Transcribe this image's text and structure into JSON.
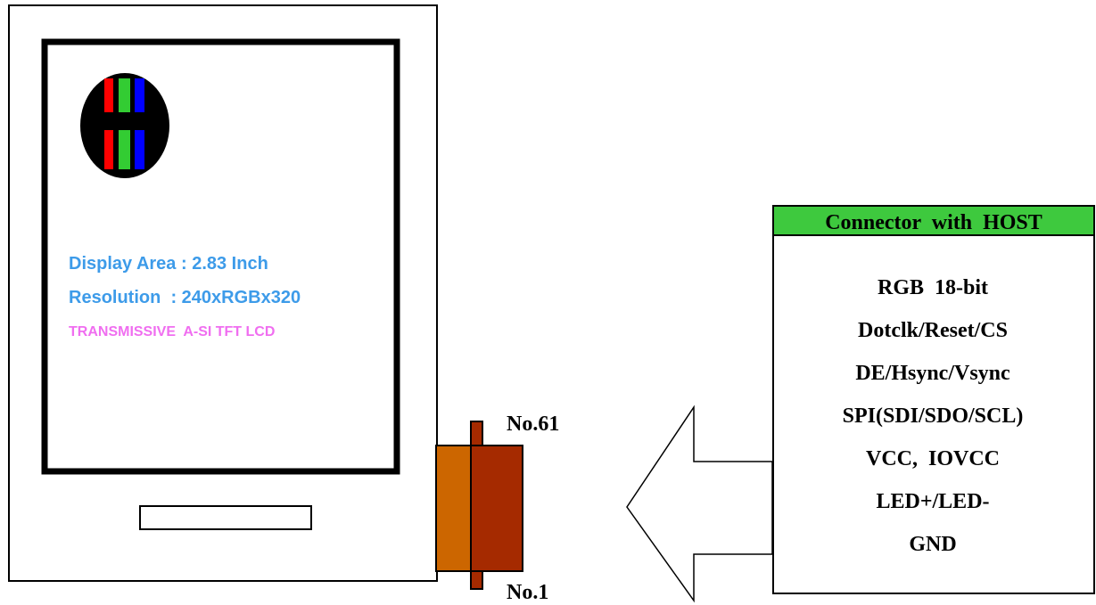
{
  "display": {
    "area_text": "Display Area : 2.83 Inch",
    "resolution_text": "Resolution  : 240xRGBx320",
    "type_text": "TRANSMISSIVE  A-SI TFT LCD"
  },
  "connector": {
    "pin_top_label": "No.61",
    "pin_bottom_label": "No.1"
  },
  "host_box": {
    "header": "Connector  with  HOST",
    "lines": [
      "RGB  18-bit",
      "Dotclk/Reset/CS",
      "DE/Hsync/Vsync",
      "SPI(SDI/SDO/SCL)",
      "VCC,  IOVCC",
      "LED+/LED-",
      "GND"
    ]
  },
  "colors": {
    "info_text": "#3d9be9",
    "type_text": "#f06ef0",
    "header_bg": "#3ec93e",
    "fpc_left": "#cc6600",
    "fpc_right": "#a52a00",
    "logo_red": "#ff0000",
    "logo_green": "#33cc33",
    "logo_blue": "#0000ff"
  }
}
